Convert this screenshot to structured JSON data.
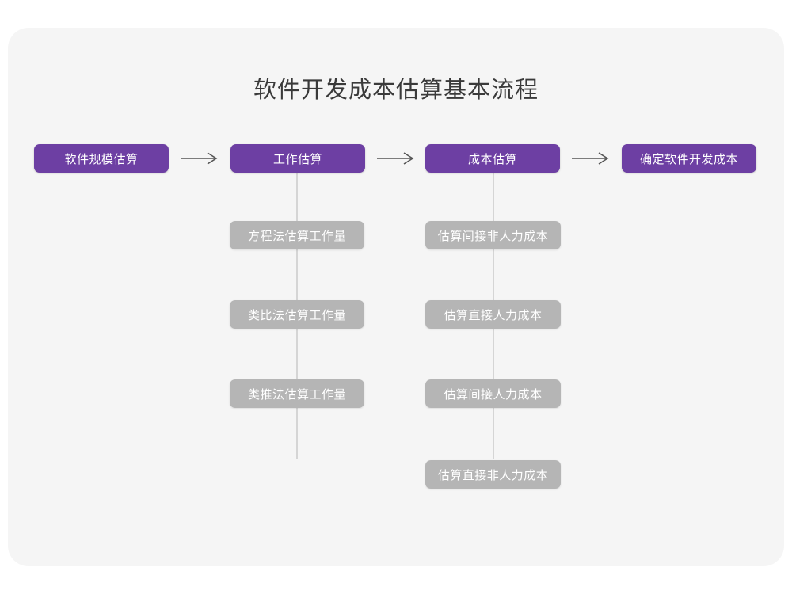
{
  "title": "软件开发成本估算基本流程",
  "colors": {
    "page_background": "#ffffff",
    "card_background": "#f5f5f5",
    "primary_node": "#6d3fa3",
    "secondary_node": "#b5b5b5",
    "node_text": "#ffffff",
    "title_text": "#3a3a3a",
    "connector_line": "#d5d5d5",
    "arrow": "#555555"
  },
  "flow": {
    "stages": [
      {
        "label": "软件规模估算",
        "substeps": []
      },
      {
        "label": "工作估算",
        "substeps": [
          "方程法估算工作量",
          "类比法估算工作量",
          "类推法估算工作量"
        ]
      },
      {
        "label": "成本估算",
        "substeps": [
          "估算间接非人力成本",
          "估算直接人力成本",
          "估算间接人力成本",
          "估算直接非人力成本"
        ]
      },
      {
        "label": "确定软件开发成本",
        "substeps": []
      }
    ],
    "connector_arrows": [
      "arrow-right-icon",
      "arrow-right-icon",
      "arrow-right-icon"
    ]
  }
}
